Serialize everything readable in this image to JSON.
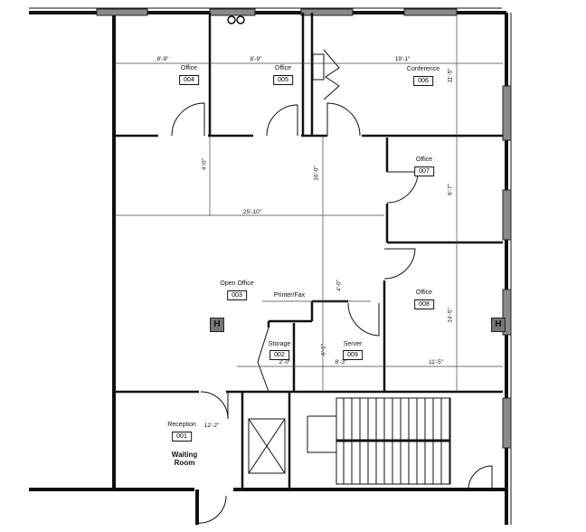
{
  "rooms": [
    {
      "name": "Office",
      "number": "004"
    },
    {
      "name": "Office",
      "number": "005"
    },
    {
      "name": "Conference",
      "number": "006"
    },
    {
      "name": "Office",
      "number": "007"
    },
    {
      "name": "Open Office",
      "number": "003"
    },
    {
      "name": "Office",
      "number": "008"
    },
    {
      "name": "Storage",
      "number": "002"
    },
    {
      "name": "Server",
      "number": "009"
    },
    {
      "name": "Reception",
      "number": "001"
    }
  ],
  "labels": {
    "printer_fax": "Printer/Fax",
    "waiting_room": "Waiting Room",
    "hvac_symbol": "H"
  },
  "dimensions": {
    "office_004_width": "8'-9\"",
    "office_005_width": "8'-9\"",
    "conference_width": "19'-1\"",
    "conference_depth": "11'-5\"",
    "corridor_depth": "4'-0\"",
    "open_office_depth": "16'-0\"",
    "office_007_depth": "9'-7\"",
    "open_office_width": "25'-10\"",
    "printer_depth": "4'-0\"",
    "office_008_depth": "14'-5\"",
    "server_depth": "6'-1\"",
    "storage_width": "2'-0\"",
    "server_width": "8'-3\"",
    "office_008_width": "11'-5\"",
    "reception_width": "12'-2\""
  },
  "colors": {
    "wall": "#111111",
    "window": "#8a8a8a",
    "dimension_line": "#444444"
  }
}
